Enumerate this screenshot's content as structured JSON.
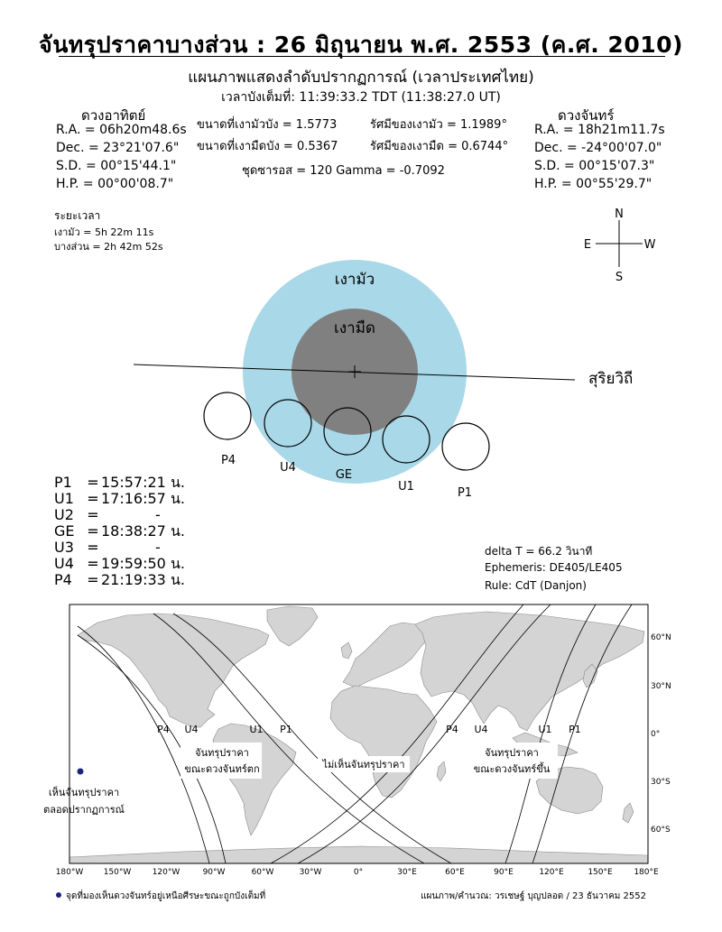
{
  "title": "จันทรุปราคาบางส่วน : 26 มิถุนายน  พ.ศ. 2553 (ค.ศ. 2010)",
  "subtitle": "แผนภาพแสดงลำดับปรากฏการณ์ (เวลาประเทศไทย)",
  "greatest_time": "เวลาบังเต็มที่: 11:39:33.2 TDT (11:38:27.0 UT)",
  "sun": {
    "heading": "ดวงอาทิตย์",
    "ra": "R.A. = 06h20m48.6s",
    "dec": "Dec. = 23°21'07.6\"",
    "sd": "S.D. = 00°15'44.1\"",
    "hp": "H.P. = 00°00'08.7\""
  },
  "moon": {
    "heading": "ดวงจันทร์",
    "ra": "R.A. = 18h21m11.7s",
    "dec": "Dec. = -24°00'07.0\"",
    "sd": "S.D. = 00°15'07.3\"",
    "hp": "H.P. = 00°55'29.7\""
  },
  "magnitudes": {
    "penumbral_mag": "ขนาดที่เงามัวบัง = 1.5773",
    "umbral_mag": "ขนาดที่เงามืดบัง = 0.5367",
    "penumbral_radius": "รัศมีของเงามัว = 1.1989°",
    "umbral_radius": "รัศมีของเงามืด = 0.6744°",
    "saros_gamma": "ชุดซารอส = 120   Gamma = -0.7092"
  },
  "duration": {
    "heading": "ระยะเวลา",
    "penumbral": "เงามัว   = 5h 22m 11s",
    "partial": "บางส่วน = 2h 42m 52s"
  },
  "compass": {
    "n": "N",
    "s": "S",
    "e": "E",
    "w": "W"
  },
  "diagram_labels": {
    "penumbra": "เงามัว",
    "umbra": "เงามืด",
    "ecliptic": "สุริยวิถี",
    "moon_positions": [
      "P4",
      "U4",
      "GE",
      "U1",
      "P1"
    ]
  },
  "contacts": [
    {
      "label": "P1",
      "value": "15:57:21 น."
    },
    {
      "label": "U1",
      "value": "17:16:57 น."
    },
    {
      "label": "U2",
      "value": "-"
    },
    {
      "label": "GE",
      "value": "18:38:27 น."
    },
    {
      "label": "U3",
      "value": "-"
    },
    {
      "label": "U4",
      "value": "19:59:50 น."
    },
    {
      "label": "P4",
      "value": "21:19:33 น."
    }
  ],
  "ephemeris": {
    "delta_t": "delta T = 66.2 วินาที",
    "ephemeris": "Ephemeris: DE405/LE405",
    "rule": "Rule: CdT (Danjon)"
  },
  "map": {
    "lon_labels": [
      "180°W",
      "150°W",
      "120°W",
      "90°W",
      "60°W",
      "30°W",
      "0°",
      "30°E",
      "60°E",
      "90°E",
      "120°E",
      "150°E",
      "180°E"
    ],
    "lat_labels": [
      "60°N",
      "30°N",
      "0°",
      "30°S",
      "60°S"
    ],
    "contact_labels": [
      "P4",
      "U4",
      "U1",
      "P1",
      "P4",
      "U4",
      "U1",
      "P1"
    ],
    "moonset_line1": "จันทรุปราคา",
    "moonset_line2": "ขณะดวงจันทร์ตก",
    "not_visible": "ไม่เห็นจันทรุปราคา",
    "moonrise_line1": "จันทรุปราคา",
    "moonrise_line2": "ขณะดวงจันทร์ขึ้น",
    "all_visible_line1": "เห็นจันทรุปราคา",
    "all_visible_line2": "ตลอดปรากฏการณ์",
    "zenith_note": "จุดที่มองเห็นดวงจันทร์อยู่เหนือศีรษะขณะถูกบังเต็มที่",
    "credit": "แผนภาพ/คำนวณ: วรเชษฐ์ บุญปลอด / 23 ธันวาคม 2552"
  },
  "colors": {
    "penumbra": "#a9d8e8",
    "umbra": "#808080",
    "land": "#d4d4d4",
    "zenith_dot": "#1a237e"
  }
}
